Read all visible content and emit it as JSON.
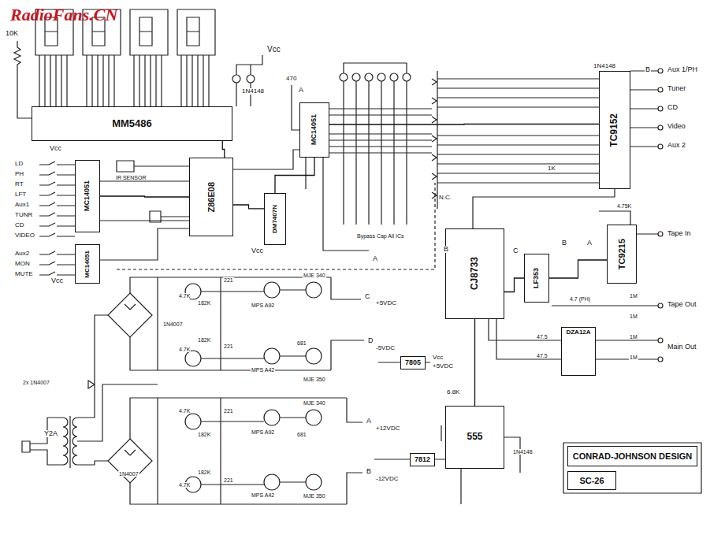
{
  "diagram": {
    "nodes": [
      {
        "text": [
          "MM5486"
        ]
      },
      {
        "text": [
          "MC14051"
        ]
      },
      {
        "text": [
          "MC14051"
        ]
      },
      {
        "text": [
          "Z86E08"
        ]
      },
      {
        "text": [
          "DM7407N"
        ]
      },
      {
        "text": [
          "MC14051"
        ]
      },
      {
        "text": [
          "TC9152"
        ]
      },
      {
        "text": [
          "CJ8733"
        ]
      },
      {
        "text": [
          "LF353"
        ]
      },
      {
        "text": [
          "TC9215"
        ]
      },
      {
        "text": [
          "DZA12A"
        ]
      },
      {
        "text": [
          "7805"
        ]
      },
      {
        "text": [
          "7812"
        ]
      },
      {
        "text": [
          "555"
        ]
      },
      {
        "text": [
          "CONRAD-JOHNSON DESIGN"
        ]
      },
      {
        "text": [
          "SC-26"
        ]
      }
    ],
    "edges": [
      {
        "from": 0,
        "to": 3,
        "arrow": "none"
      },
      {
        "from": 3,
        "to": 4,
        "arrow": "none"
      },
      {
        "from": 4,
        "to": 5,
        "arrow": "none"
      },
      {
        "from": 5,
        "to": 6,
        "arrow": "none"
      },
      {
        "from": 8,
        "to": 9,
        "arrow": "none"
      },
      {
        "from": 7,
        "to": 8,
        "arrow": "none"
      },
      {
        "from": 1,
        "to": 3,
        "arrow": "none"
      },
      {
        "from": 13,
        "to": 7,
        "arrow": "none"
      }
    ],
    "labels": [
      "RadioFans.CN",
      "Vcc",
      "10K",
      "470",
      "1N4148",
      "1N4148",
      "Aux 1/PH",
      "Tuner",
      "CD",
      "Video",
      "Aux 2",
      "1K",
      "LD",
      "PH",
      "RT",
      "LFT",
      "Aux1",
      "TUNR",
      "CD",
      "VIDEO",
      "Aux2",
      "MON",
      "MUTE",
      "Vcc",
      "Vcc",
      "IR SENSOR",
      "Vcc",
      "A",
      "A",
      "Bypass Cap All ICs",
      "N.C.",
      "B",
      "B",
      "C",
      "B",
      "A",
      "Tape In",
      "Tape Out",
      "Main Out",
      "4.75K",
      "4.7 (PH)",
      "1M",
      "1M",
      "1M",
      "1M",
      "47.5",
      "47.5",
      "C",
      "+5VDC",
      "D",
      "-5VDC",
      "Vcc",
      "+5VDC",
      "MPS A92",
      "MJE 340",
      "MPS A42",
      "MJE 350",
      "221",
      "221",
      "681",
      "182K",
      "182K",
      "1N4007",
      "2x 1N4007",
      "Y2A",
      "1N4007",
      "4.7K",
      "182K",
      "221",
      "MPS A92",
      "MJE 340",
      "681",
      "A",
      "+12VDC",
      "B",
      "-12VDC",
      "MPS A42",
      "MJE 350",
      "221",
      "4.7K",
      "182K",
      "6.8K",
      "1N4148",
      "4.7K",
      "4.7K"
    ]
  }
}
